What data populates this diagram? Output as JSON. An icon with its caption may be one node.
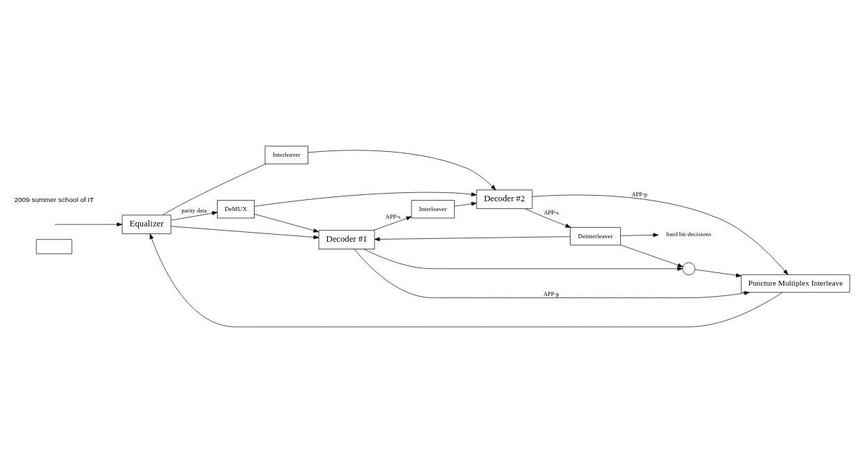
{
  "diagram": {
    "nodes": [
      {
        "text": [],
        "shape": "box"
      },
      {
        "text": [
          "Equalizer"
        ]
      },
      {
        "text": [
          "DeMUX"
        ]
      },
      {
        "text": [
          "Decoder #1"
        ]
      },
      {
        "text": [
          "Interleaver"
        ]
      },
      {
        "text": [
          "hard bit decisions"
        ]
      },
      {
        "text": [
          "Interleaver"
        ]
      },
      {
        "text": [
          "Decoder #2"
        ]
      },
      {
        "text": [
          "Deinterleaver"
        ]
      },
      {
        "text": [
          "Puncture Multiplex Interleave"
        ]
      },
      {
        "text": [],
        "shape": "circle"
      }
    ],
    "edges": [
      {
        "from": null,
        "to": 1,
        "arrow": "to"
      },
      {
        "from": 1,
        "to": 3,
        "arrow": "to"
      },
      {
        "from": 1,
        "to": 6,
        "arrow": "none"
      },
      {
        "from": 1,
        "to": 2,
        "arrow": "to",
        "label": "parity data"
      },
      {
        "from": 2,
        "to": 3,
        "arrow": "to"
      },
      {
        "from": 2,
        "to": 7,
        "arrow": "to"
      },
      {
        "from": 3,
        "to": 4,
        "arrow": "to",
        "label": "APP-s"
      },
      {
        "from": 3,
        "to": 10,
        "arrow": "to"
      },
      {
        "from": 3,
        "to": 9,
        "arrow": "to",
        "label": "APP-p"
      },
      {
        "from": 4,
        "to": 7,
        "arrow": "to"
      },
      {
        "from": 6,
        "to": 7,
        "arrow": "to"
      },
      {
        "from": 7,
        "to": 8,
        "arrow": "to",
        "label": "APP-s"
      },
      {
        "from": 7,
        "to": 9,
        "arrow": "to",
        "label": "APP-p"
      },
      {
        "from": 8,
        "to": 3,
        "arrow": "to"
      },
      {
        "from": 8,
        "to": 5,
        "arrow": "to"
      },
      {
        "from": 8,
        "to": 10,
        "arrow": "to"
      },
      {
        "from": 10,
        "to": 9,
        "arrow": "to"
      },
      {
        "from": 9,
        "to": 1,
        "arrow": "to"
      }
    ],
    "labels": [
      "2009 summer school of IT"
    ]
  }
}
